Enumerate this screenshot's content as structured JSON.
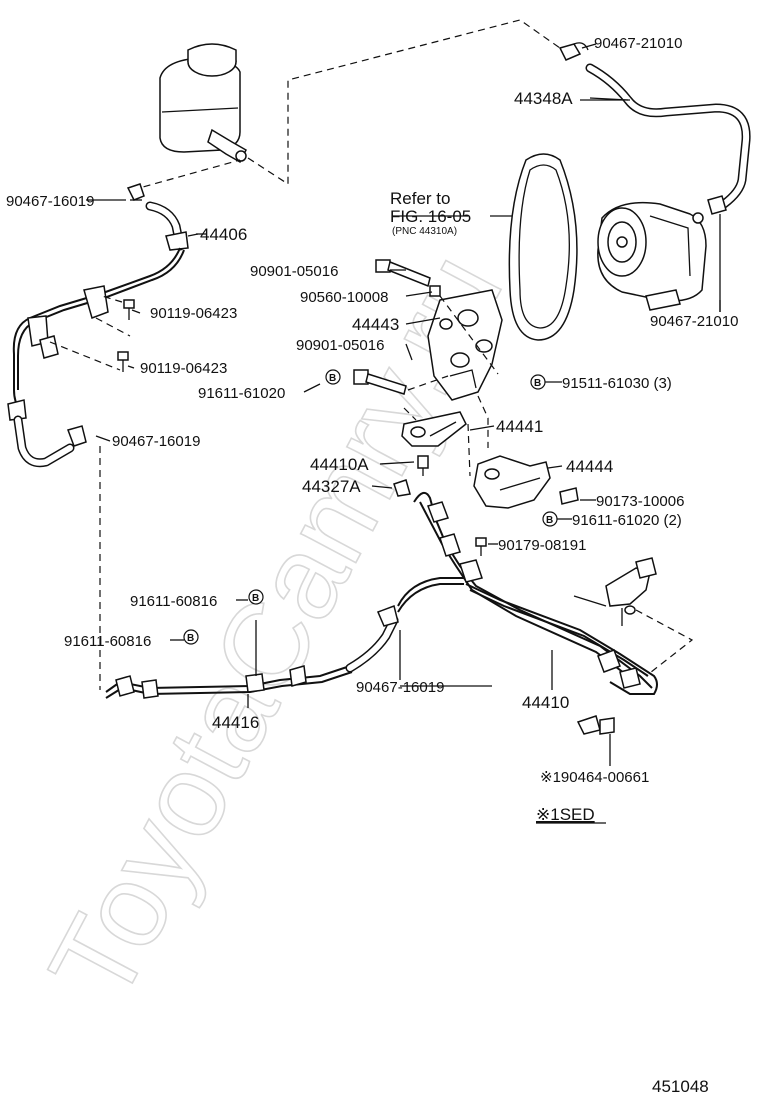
{
  "watermark": "ToyotaCamry.ru",
  "diagram_id": "451048",
  "legend": "※1SED",
  "reference_note": {
    "line1": "Refer to",
    "line2": "FIG. 16-05",
    "line3": "(PNC 44310A)"
  },
  "callouts": [
    "90467-21010",
    "44348A",
    "90467-16019",
    "44406",
    "90901-05016",
    "90560-10008",
    "90119-06423",
    "44443",
    "90119-06423",
    "90901-05016",
    "91611-61020",
    "91511-61030 (3)",
    "90467-21010",
    "44441",
    "90467-16019",
    "44410A",
    "44444",
    "44327A",
    "90173-10006",
    "91611-61020 (2)",
    "90179-08191",
    "91611-60816",
    "91611-60816",
    "90467-16019",
    "44410",
    "44416",
    "※190464-00661"
  ],
  "bolt_marker": "B"
}
